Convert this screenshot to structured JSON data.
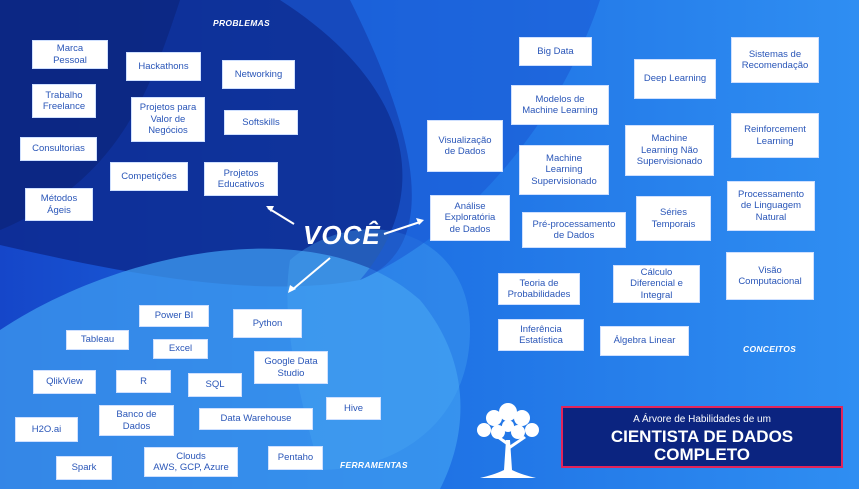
{
  "center": "VOCÊ",
  "sections": {
    "problemas": "PROBLEMAS",
    "conceitos": "CONCEITOS",
    "ferramentas": "FERRAMENTAS"
  },
  "problemas": [
    "Marca\nPessoal",
    "Hackathons",
    "Networking",
    "Trabalho\nFreelance",
    "Projetos para\nValor de\nNegócios",
    "Softskills",
    "Consultorias",
    "Competições",
    "Projetos\nEducativos",
    "Métodos\nÁgeis"
  ],
  "conceitos": [
    "Big Data",
    "Sistemas de\nRecomendação",
    "Deep Learning",
    "Modelos de\nMachine Learning",
    "Visualização\nde Dados",
    "Reinforcement\nLearning",
    "Machine\nLearning Não\nSupervisionado",
    "Machine\nLearning\nSupervisionado",
    "Processamento\nde Linguagem\nNatural",
    "Análise\nExploratória\nde Dados",
    "Séries\nTemporais",
    "Pré-processamento\nde Dados",
    "Visão\nComputacional",
    "Cálculo\nDiferencial e\nIntegral",
    "Teoria de\nProbabilidades",
    "Inferência\nEstatística",
    "Álgebra Linear"
  ],
  "ferramentas": [
    "Power BI",
    "Python",
    "Tableau",
    "Excel",
    "Google Data\nStudio",
    "QlikView",
    "R",
    "SQL",
    "Hive",
    "Banco de\nDados",
    "Data Warehouse",
    "H2O.ai",
    "Clouds\nAWS, GCP, Azure",
    "Pentaho",
    "Spark"
  ],
  "title": {
    "line1": "A Árvore de Habilidades de um",
    "line2": "CIENTISTA DE DADOS",
    "line3": "COMPLETO"
  },
  "colors": {
    "accent_border": "#e2245a",
    "title_bg": "#0b2480",
    "node_text": "#2a56b8"
  }
}
